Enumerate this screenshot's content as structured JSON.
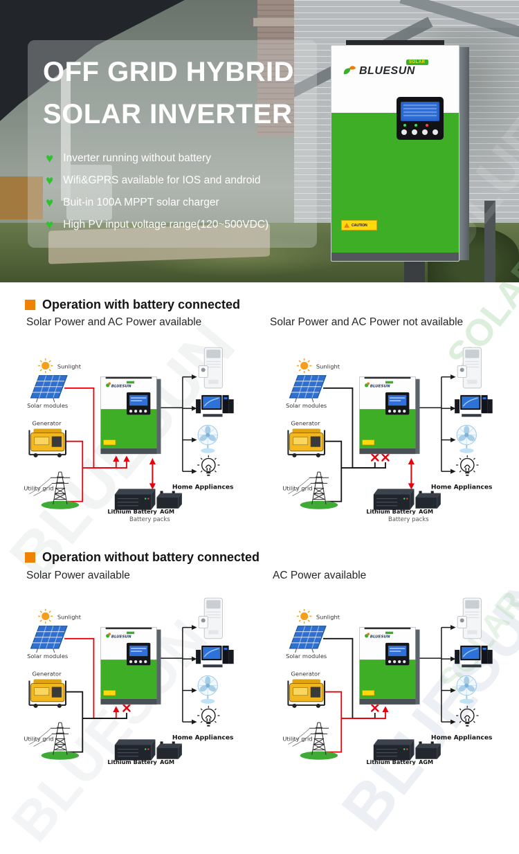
{
  "hero": {
    "title_line1": "OFF GRID HYBRID",
    "title_line2": "SOLAR INVERTER",
    "features": [
      "Inverter running without battery",
      "Wifi&GPRS available for IOS and android",
      "Buit-in 100A MPPT solar charger",
      "High PV input voltage range(120~500VDC)"
    ],
    "inverter": {
      "brand": "BLUESUN",
      "brand_badge": "SOLAR",
      "caution": "CAUTION"
    }
  },
  "sections": [
    {
      "heading": "Operation with battery connected",
      "left_caption": "Solar Power and AC Power available",
      "right_caption": "Solar Power and AC Power not available"
    },
    {
      "heading": "Operation without battery connected",
      "left_caption": "Solar Power available",
      "right_caption": "AC Power available"
    }
  ],
  "diagram_labels": {
    "sunlight": "Sunlight",
    "solar_modules": "Solar modules",
    "generator": "Generator",
    "utility_grid": "Utility grid",
    "home_appliances": "Home Appliances",
    "lithium_battery": "Lithium Battery",
    "agm": "AGM",
    "battery_packs": "Battery packs",
    "inverter_brand": "BLUESUN"
  },
  "watermarks": {
    "brand": "BLUESUN",
    "solar": "SOLAR"
  },
  "colors": {
    "inverter_green": "#3fae27",
    "heart_green": "#2fc32f",
    "section_bullet_orange": "#ef8200",
    "wire_red": "#e8000d",
    "wire_black": "#111111",
    "lcd_blue": "#2f6ed6"
  }
}
